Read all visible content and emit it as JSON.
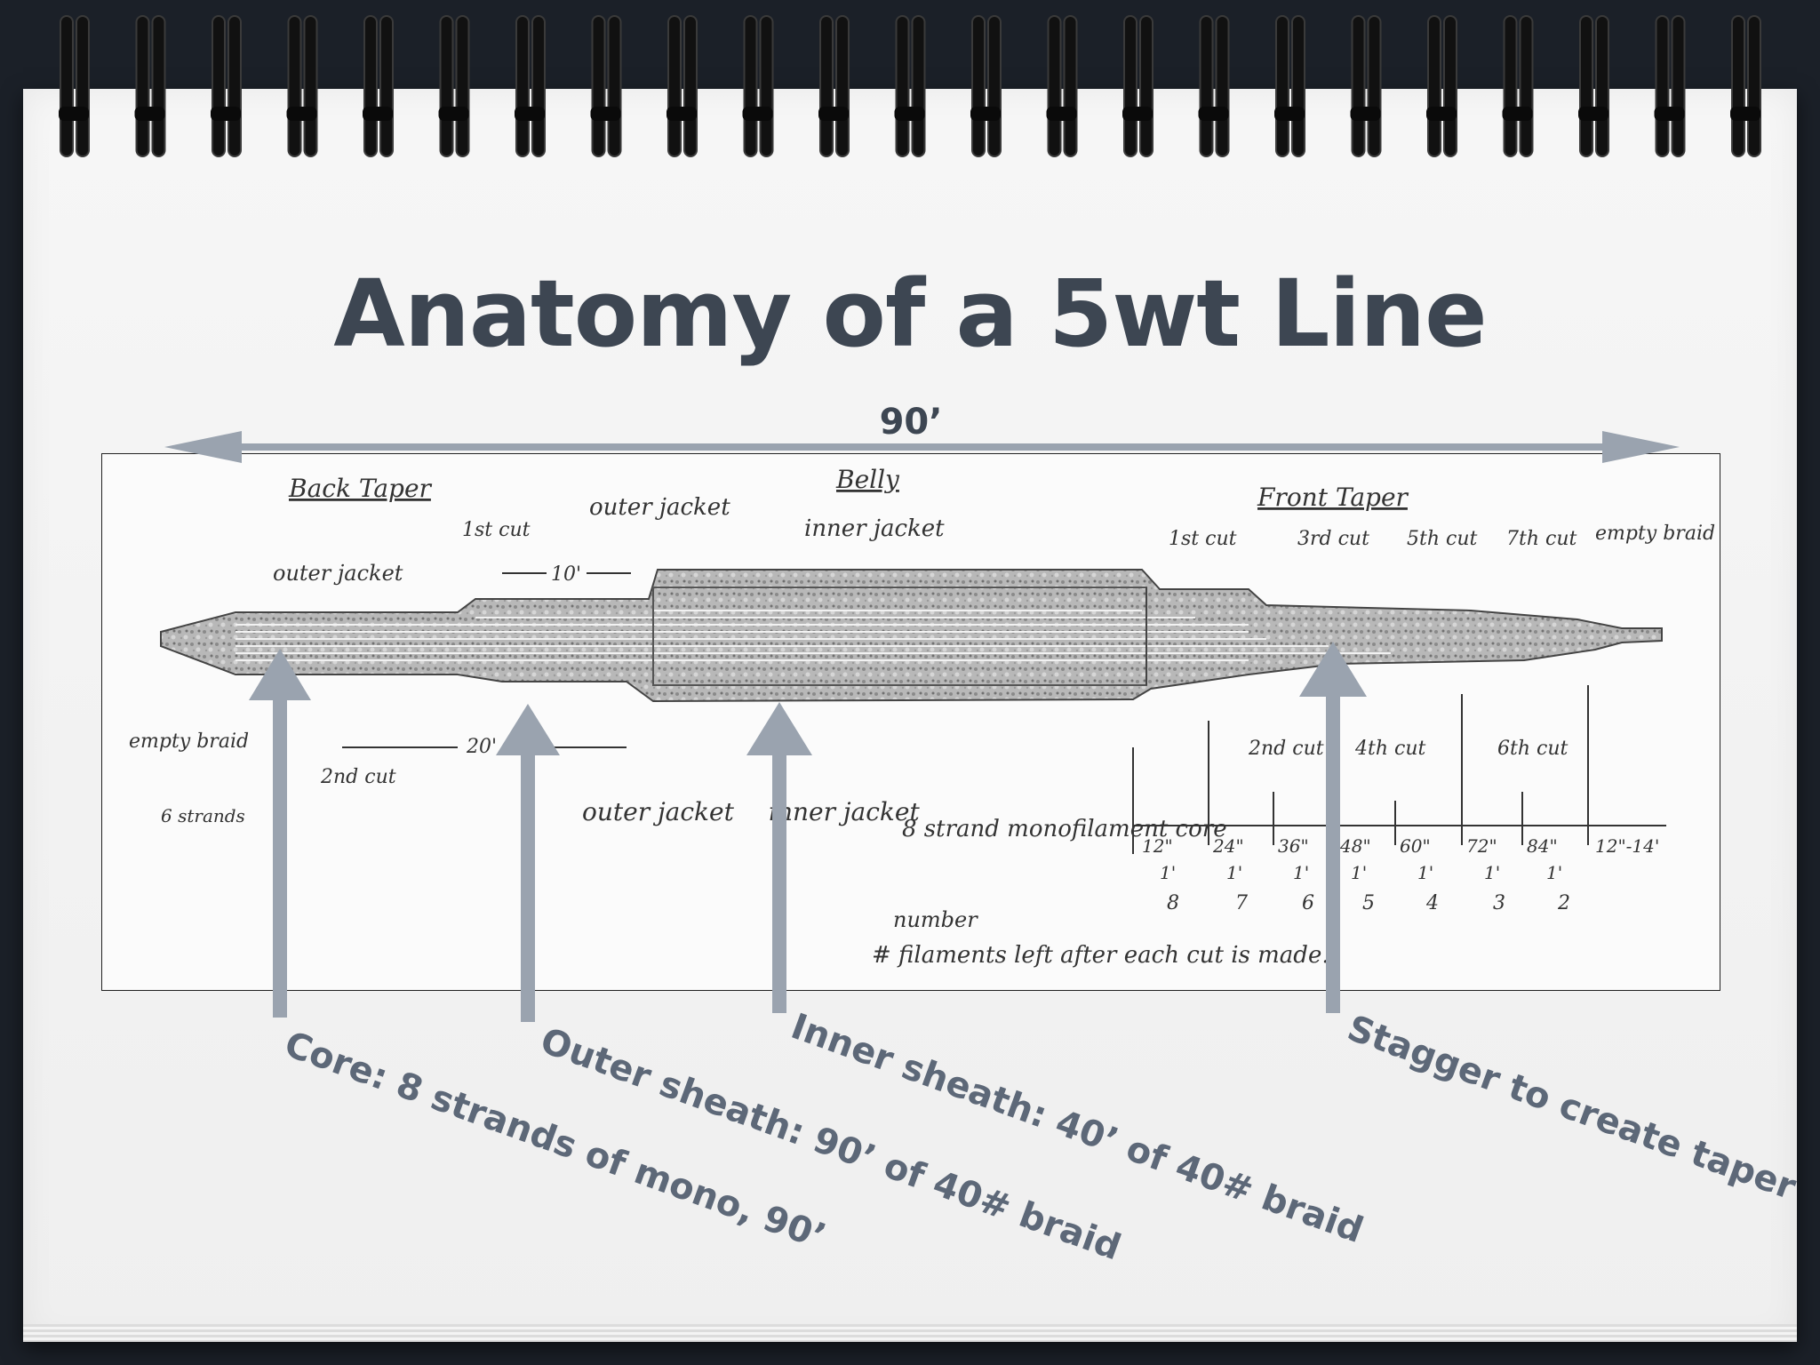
{
  "slide": {
    "title": "Anatomy of a 5wt Line",
    "length_label": "90’"
  },
  "callouts": [
    {
      "id": "core",
      "text": "Core: 8 strands of mono, 90’"
    },
    {
      "id": "outer_sheath",
      "text": "Outer sheath: 90’ of 40# braid"
    },
    {
      "id": "inner_sheath",
      "text": "Inner sheath: 40’ of 40# braid"
    },
    {
      "id": "stagger",
      "text": "Stagger to create taper"
    }
  ],
  "sketch": {
    "section_labels": [
      "Back Taper",
      "Belly",
      "Front Taper"
    ],
    "notes": {
      "outer_jacket_top_left": "outer jacket",
      "first_cut": "1st cut",
      "ten": "10'",
      "outer_jacket_top": "outer jacket",
      "inner_jacket_top": "inner jacket",
      "empty_braid_left": "empty braid",
      "six_strands": "6 strands",
      "twenty": "20'",
      "second_cut_left": "2nd cut",
      "outer_jacket_bottom": "outer jacket",
      "inner_jacket_bottom": "inner jacket",
      "core_note": "8 strand monofilament core",
      "number_note": "number",
      "filaments_note": "# filaments left after each cut is made.",
      "empty_braid_right": "empty braid"
    },
    "front_cuts_top": [
      "1st cut",
      "3rd cut",
      "5th cut",
      "7th cut"
    ],
    "front_cuts_bottom": [
      "2nd cut",
      "4th cut",
      "6th cut"
    ],
    "lengths": [
      "12\"",
      "24\"",
      "36\"",
      "48\"",
      "60\"",
      "72\"",
      "84\"",
      "12\"-14'"
    ],
    "feet": [
      "1'",
      "1'",
      "1'",
      "1'",
      "1'",
      "1'",
      "1'"
    ],
    "filament_counts": [
      "8",
      "7",
      "6",
      "5",
      "4",
      "3",
      "2"
    ]
  }
}
